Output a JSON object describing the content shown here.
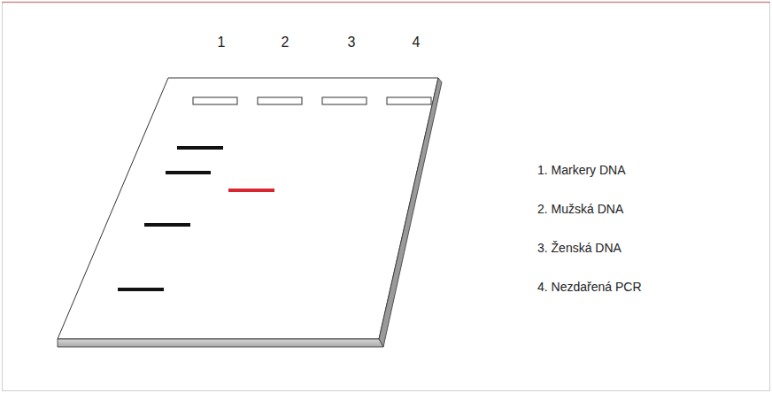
{
  "diagram": {
    "labels": [
      "1",
      "2",
      "3",
      "4",
      "1. Markery DNA",
      "2. Mužská DNA",
      "3. Ženská DNA",
      "4. Nezdařená PCR"
    ]
  }
}
